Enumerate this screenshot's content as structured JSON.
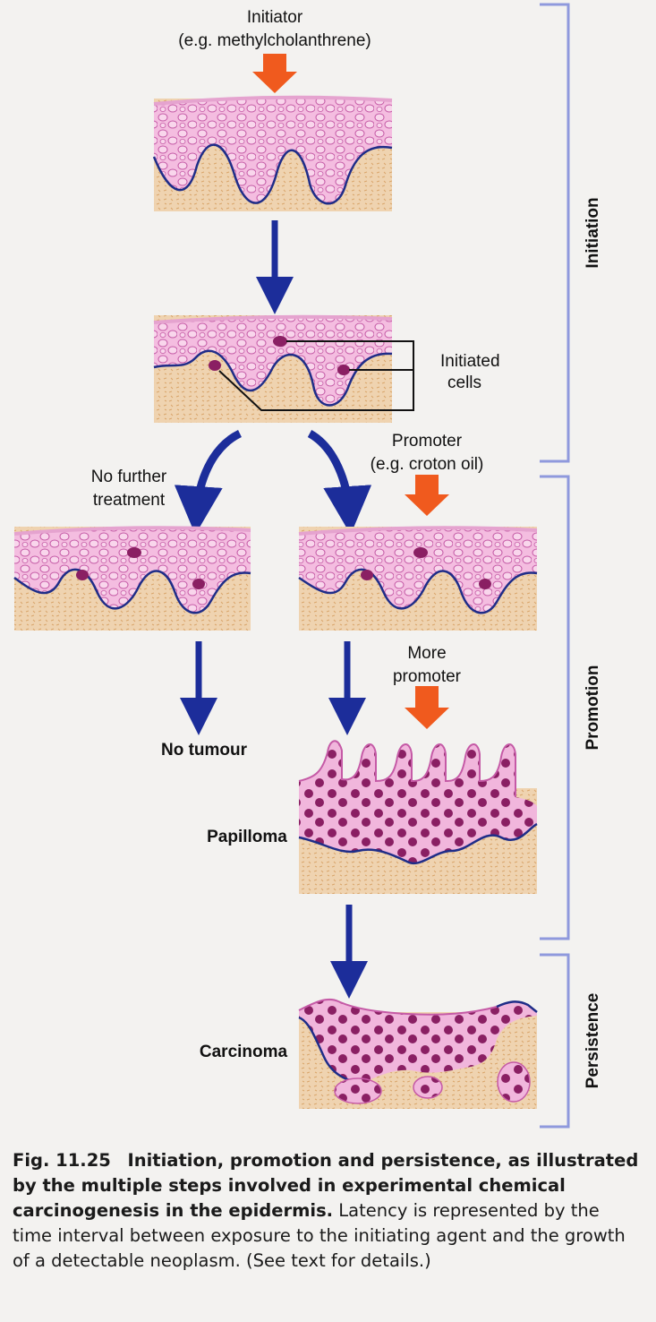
{
  "labels": {
    "initiator": "Initiator",
    "initiator_example": "(e.g. methylcholanthrene)",
    "initiated_cells_1": "Initiated",
    "initiated_cells_2": "cells",
    "promoter": "Promoter",
    "promoter_example": "(e.g. croton oil)",
    "no_further_1": "No further",
    "no_further_2": "treatment",
    "more_promoter_1": "More",
    "more_promoter_2": "promoter",
    "no_tumour": "No tumour",
    "papilloma": "Papilloma",
    "carcinoma": "Carcinoma"
  },
  "stages": {
    "initiation": "Initiation",
    "promotion": "Promotion",
    "persistence": "Persistence"
  },
  "caption": {
    "figure_number": "Fig. 11.25",
    "title": "Initiation, promotion and persistence, as illustrated by the multiple steps involved in experimental chemical carcinogenesis in the epidermis.",
    "body": "Latency is represented by the time interval between exposure to the initiating agent and the growth of a detectable neoplasm. (See text for details.)"
  },
  "colors": {
    "dermis": "#eac9a2",
    "epidermis": "#f4bde0",
    "cell_outline": "#c55aa6",
    "membrane": "#1f2d88",
    "initiated_cell": "#8a1f63",
    "arrow": "#1c2d9a",
    "promoter_arrow": "#f05a1e",
    "bracket": "#8f99dd"
  }
}
